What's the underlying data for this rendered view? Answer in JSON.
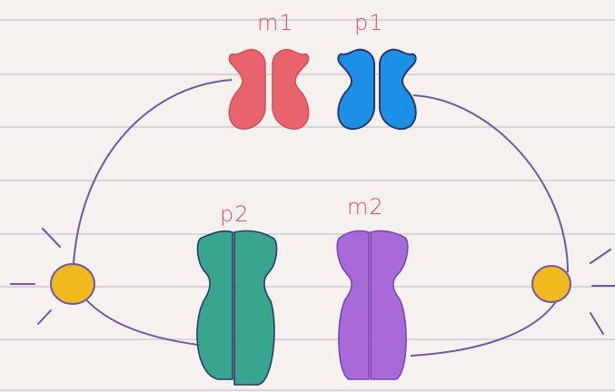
{
  "labels": {
    "m1": "m1",
    "p1": "p1",
    "p2": "p2",
    "m2": "m2"
  },
  "colors": {
    "paper": "#f4f1ef",
    "rule_line": "#c9c6d2",
    "spindle": "#6b5aa8",
    "label_ink": "#d9516b",
    "m1": "#e8636b",
    "p1": "#1e8fe6",
    "p2": "#3aa58f",
    "m2": "#a86ad8",
    "centrosome": "#f2b91e",
    "chromatid_outline": "#2a3a70"
  },
  "icons": {
    "left_pole": "centrosome-icon",
    "right_pole": "centrosome-icon"
  }
}
